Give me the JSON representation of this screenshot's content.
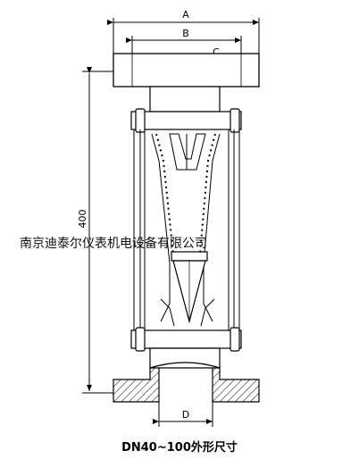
{
  "labels": {
    "dim_a": "A",
    "dim_b": "B",
    "dim_c": "C",
    "dim_d": "D",
    "dim_height": "400"
  },
  "watermark_text": "南京迪泰尔仪表机电设备有限公司",
  "caption": "DN40~100外形尺寸"
}
